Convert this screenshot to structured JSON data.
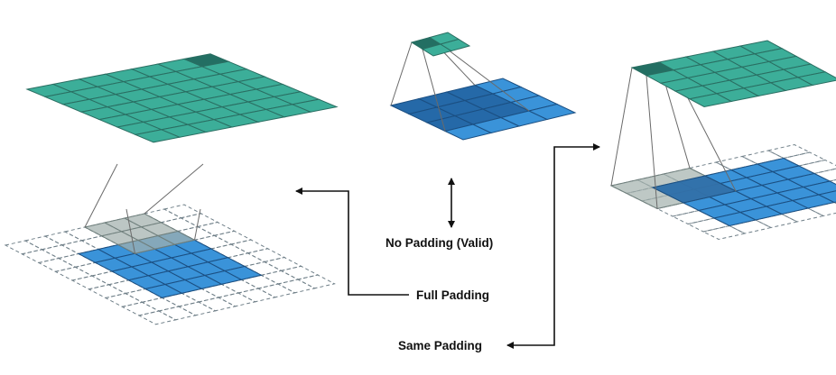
{
  "labels": {
    "valid": "No Padding (Valid)",
    "full": "Full Padding",
    "same": "Same Padding"
  },
  "colors": {
    "output_fill": "#3cae99",
    "output_active": "#236f63",
    "output_stroke": "#2a6e62",
    "input_fill": "#3a93d9",
    "input_dark": "#2569a8",
    "input_stroke": "#1b4f82",
    "kernel_fill": "#a2b0ad",
    "padding_stroke": "#6f7f88",
    "arrow": "#111111"
  },
  "diagrams": [
    {
      "name": "full-padding",
      "input_size": 5,
      "padding": 2,
      "kernel": 3,
      "output_size": 7
    },
    {
      "name": "no-padding",
      "input_size": 4,
      "padding": 0,
      "kernel": 3,
      "output_size": 2
    },
    {
      "name": "same-padding",
      "input_size": 5,
      "padding": 1,
      "kernel": 3,
      "output_size": 5
    }
  ]
}
